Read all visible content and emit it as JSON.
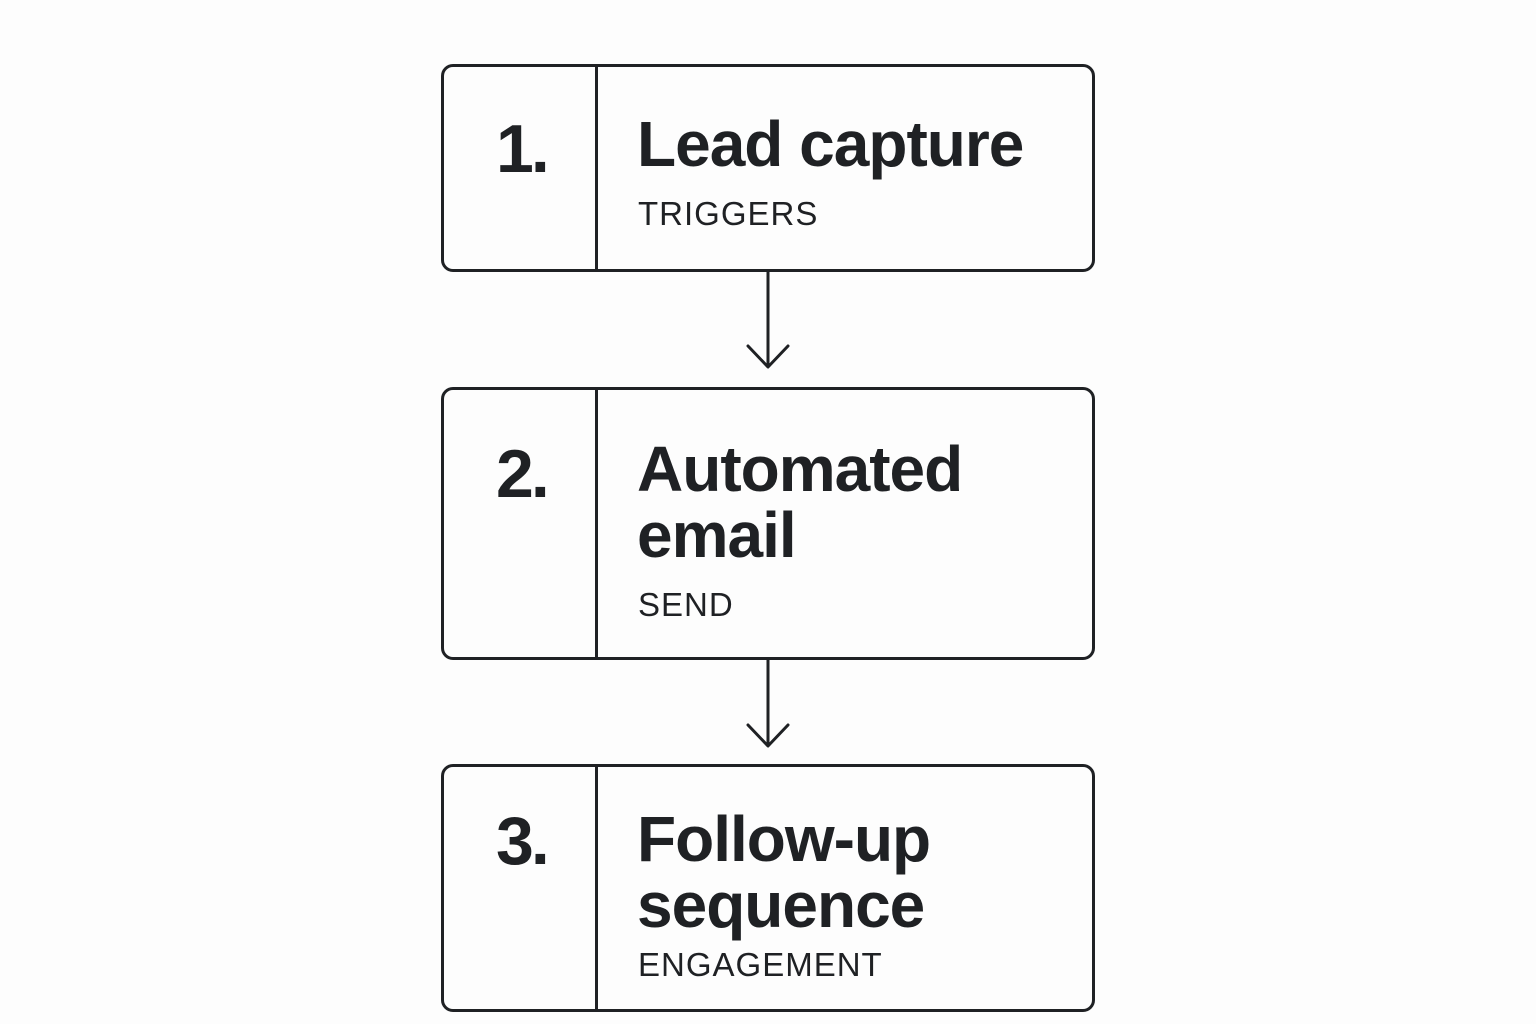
{
  "steps": [
    {
      "number": "1.",
      "title_lines": [
        "Lead capture"
      ],
      "subtitle": "TRIGGERS"
    },
    {
      "number": "2.",
      "title_lines": [
        "Automated",
        "email"
      ],
      "subtitle": "SEND"
    },
    {
      "number": "3.",
      "title_lines": [
        "Follow-up",
        "sequence"
      ],
      "subtitle": "ENGAGEMENT"
    }
  ],
  "colors": {
    "stroke": "#1f2124",
    "background": "#fdfdfd"
  }
}
